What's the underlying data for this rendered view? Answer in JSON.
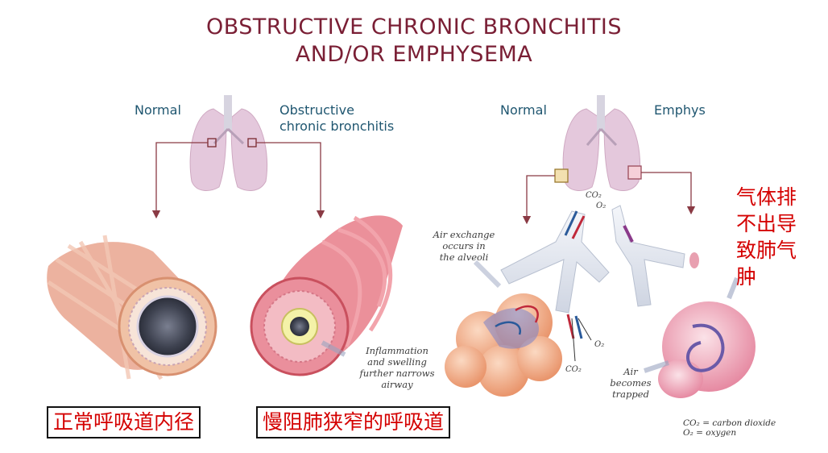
{
  "title": {
    "line1": "OBSTRUCTIVE CHRONIC BRONCHITIS",
    "line2": "AND/OR EMPHYSEMA"
  },
  "left_panel": {
    "normal_label": "Normal",
    "obstructive_label_1": "Obstructive",
    "obstructive_label_2": "chronic bronchitis",
    "inflammation_note": [
      "Inflammation",
      "and swelling",
      "further narrows",
      "airway"
    ]
  },
  "right_panel": {
    "normal_label": "Normal",
    "emphys_label": "Emphys",
    "air_exchange_note": [
      "Air exchange",
      "occurs in",
      "the alveoli"
    ],
    "air_trapped_note": [
      "Air",
      "becomes",
      "trapped"
    ],
    "co2_label": "CO₂",
    "o2_label": "O₂"
  },
  "chinese_annotations": {
    "normal_airway": "正常呼吸道内径",
    "narrow_airway": "慢阻肺狭窄的呼吸道",
    "emphysema_note": [
      "气体排",
      "不出导",
      "致肺气",
      "肿"
    ]
  },
  "legend": {
    "co2": "CO₂   =   carbon dioxide",
    "o2": "O₂     =   oxygen"
  },
  "colors": {
    "title": "#7a1f35",
    "label": "#1f5670",
    "chinese": "#d40000",
    "lung": "#e4c8dc",
    "muscle": "#e8a088",
    "inflamed": "#e06070",
    "alveoli": "#f2b08c",
    "arrow_red": "#c0283a",
    "arrow_blue": "#2a5a9a"
  }
}
